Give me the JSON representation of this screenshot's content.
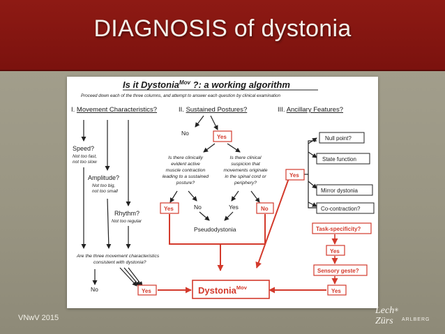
{
  "slide": {
    "title": "DIAGNOSIS of dystonia",
    "footer_left": "VNwV 2015",
    "logo": {
      "line1": "Lech",
      "line2": "Zürs",
      "line3": "ARLBERG"
    }
  },
  "algorithm": {
    "title_main": "Is it Dystonia",
    "title_sup": "Mov",
    "title_tail": " ?: a working algorithm",
    "subtitle": "Proceed down each of the three columns, and attempt to answer each question by clinical examination",
    "col1": {
      "heading_num": "I. ",
      "heading": "Movement Characteristics?",
      "speed": "Speed?",
      "speed_sub1": "Not too fast,",
      "speed_sub2": "not too slow",
      "amplitude": "Amplitude?",
      "amp_sub1": "Not too big,",
      "amp_sub2": "not too small",
      "rhythm": "Rhythm?",
      "rhythm_sub": "Not too regular",
      "consistent1": "Are the three movement characteristics",
      "consistent2": "consistent with dystonia?",
      "no": "No",
      "yes": "Yes"
    },
    "col2": {
      "heading_num": "II. ",
      "heading": "Sustained Postures?",
      "no_top": "No",
      "yes_top": "Yes",
      "q1": [
        "Is there clinically",
        "evident active",
        "muscle contraction",
        "leading to a sustained",
        "posture?"
      ],
      "q2": [
        "Is there clinical",
        "suspicion that",
        "movements originate",
        "in the spinal cord or",
        "periphery?"
      ],
      "yes_left": "Yes",
      "no_mid": "No",
      "yes_mid": "Yes",
      "no_right": "No",
      "pseudo": "Pseudodystonia"
    },
    "col3": {
      "heading_num": "III. ",
      "heading": "Ancillary Features?",
      "null_point": "Null point?",
      "state_function": "State function",
      "mirror": "Mirror dystonia",
      "cocontraction": "Co-contraction?",
      "yes": "Yes",
      "task": "Task-specificity?",
      "yes2": "Yes",
      "sensory": "Sensory geste?",
      "yes3": "Yes"
    },
    "result_main": "Dystonia",
    "result_sup": "Mov"
  }
}
